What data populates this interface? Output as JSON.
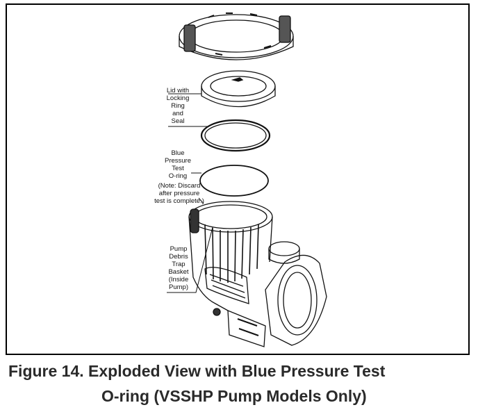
{
  "figure": {
    "callouts": {
      "lid": "Lid with\nLocking\nRing\nand\nSeal",
      "oring": "Blue\nPressure\nTest\nO-ring",
      "note": "(Note: Discard\nafter pressure\ntest is complete.)",
      "basket": "Pump\nDebris\nTrap\nBasket\n(Inside\nPump)"
    },
    "caption": {
      "line1": "Figure 14.  Exploded View with Blue Pressure Test",
      "line2": "O-ring (VSSHP Pump Models Only)"
    }
  }
}
